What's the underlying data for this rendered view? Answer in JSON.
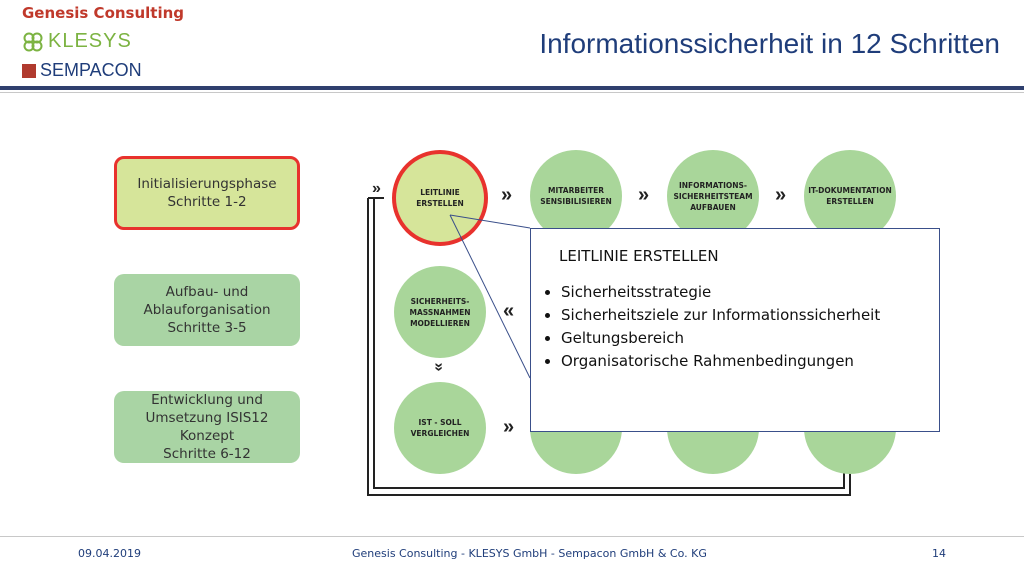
{
  "header": {
    "brand_genesis": "Genesis Consulting",
    "brand_klesys": "KLESYS",
    "brand_sempacon": "SEMPACON",
    "title": "Informationssicherheit in 12 Schritten"
  },
  "phases": [
    {
      "lines": [
        "Initialisierungsphase",
        "Schritte 1-2"
      ]
    },
    {
      "lines": [
        "Aufbau- und",
        "Ablauforganisation",
        "Schritte 3-5"
      ]
    },
    {
      "lines": [
        "Entwicklung und",
        "Umsetzung ISIS12",
        "Konzept",
        "Schritte 6-12"
      ]
    }
  ],
  "steps": {
    "row1": [
      "LEITLINIE ERSTELLEN",
      "MITARBEITER SENSIBILISIEREN",
      "INFORMATIONS- SICHERHEITSTEAM AUFBAUEN",
      "IT-DOKUMENTATION ERSTELLEN"
    ],
    "row2": [
      "SICHERHEITS- MASSNAHMEN MODELLIEREN"
    ],
    "row3": [
      "IST - SOLL VERGLEICHEN"
    ]
  },
  "arrows": {
    "right": "»",
    "left": "«",
    "down": "»"
  },
  "popup": {
    "title": "LEITLINIE ERSTELLEN",
    "items": [
      "Sicherheitsstrategie",
      "Sicherheitsziele zur Informationssicherheit",
      "Geltungsbereich",
      "Organisatorische Rahmenbedingungen"
    ]
  },
  "footer": {
    "date": "09.04.2019",
    "company": "Genesis Consulting - KLESYS GmbH -  Sempacon GmbH & Co. KG",
    "page": "14"
  },
  "colors": {
    "accent_red": "#e8322d",
    "title_blue": "#1f3d7a",
    "circle_green": "#a9d69a",
    "active_yellow_green": "#d6e59a"
  }
}
